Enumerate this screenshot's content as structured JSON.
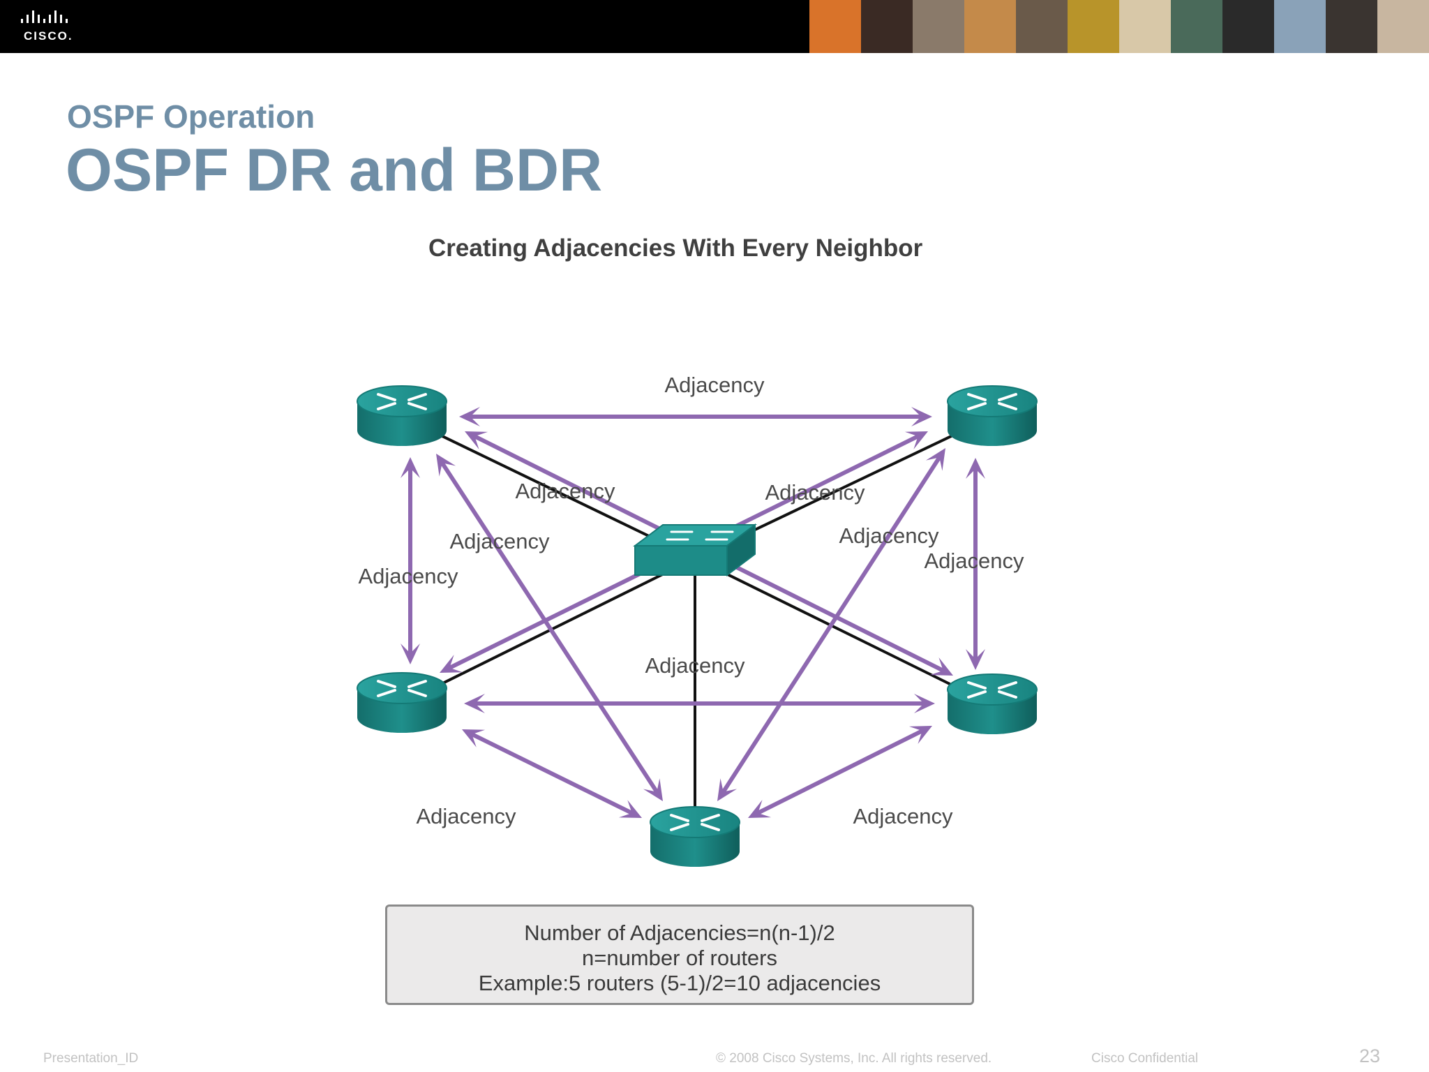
{
  "header": {
    "logo_text": "CISCO.",
    "photo_colors": [
      "#d9732a",
      "#3a2a24",
      "#8a7a6a",
      "#c48a4a",
      "#6a5a4a",
      "#b8942a",
      "#d8c8a8",
      "#4a6a5a",
      "#2a2a2a",
      "#8aa2b8",
      "#3a3430",
      "#c8b6a0"
    ]
  },
  "slide": {
    "subtitle": "OSPF Operation",
    "title": "OSPF DR and BDR"
  },
  "diagram": {
    "title": "Creating Adjacencies With Every Neighbor",
    "nodes": [
      {
        "id": "r1",
        "type": "router",
        "name": "router-top-left"
      },
      {
        "id": "r2",
        "type": "router",
        "name": "router-top-right"
      },
      {
        "id": "r3",
        "type": "router",
        "name": "router-middle-left"
      },
      {
        "id": "r4",
        "type": "router",
        "name": "router-middle-right"
      },
      {
        "id": "r5",
        "type": "router",
        "name": "router-bottom"
      },
      {
        "id": "sw",
        "type": "switch",
        "name": "switch-center"
      }
    ],
    "links": [
      "r1-sw",
      "r2-sw",
      "r3-sw",
      "r4-sw",
      "r5-sw"
    ],
    "adjacencies": [
      {
        "from": "r1",
        "to": "r2",
        "label": "Adjacency"
      },
      {
        "from": "r1",
        "to": "r4",
        "label": "Adjacency"
      },
      {
        "from": "r2",
        "to": "r3",
        "label": "Adjacency"
      },
      {
        "from": "r1",
        "to": "r5",
        "label": "Adjacency"
      },
      {
        "from": "r2",
        "to": "r5",
        "label": "Adjacency"
      },
      {
        "from": "r1",
        "to": "r3",
        "label": "Adjacency"
      },
      {
        "from": "r2",
        "to": "r4",
        "label": "Adjacency"
      },
      {
        "from": "r3",
        "to": "r4",
        "label": "Adjacency"
      },
      {
        "from": "r3",
        "to": "r5",
        "label": "Adjacency"
      },
      {
        "from": "r4",
        "to": "r5",
        "label": "Adjacency"
      }
    ],
    "colors": {
      "adjacency_arrow": "#8e68b0",
      "link": "#111111",
      "device": "#1f8a86"
    }
  },
  "formula": {
    "line1": "Number of Adjacencies=n(n-1)/2",
    "line2": "n=number of routers",
    "line3": "Example:5 routers (5-1)/2=10 adjacencies"
  },
  "footer": {
    "presentation_id": "Presentation_ID",
    "copyright": "© 2008 Cisco Systems, Inc. All rights reserved.",
    "confidential": "Cisco Confidential",
    "page_number": "23"
  }
}
